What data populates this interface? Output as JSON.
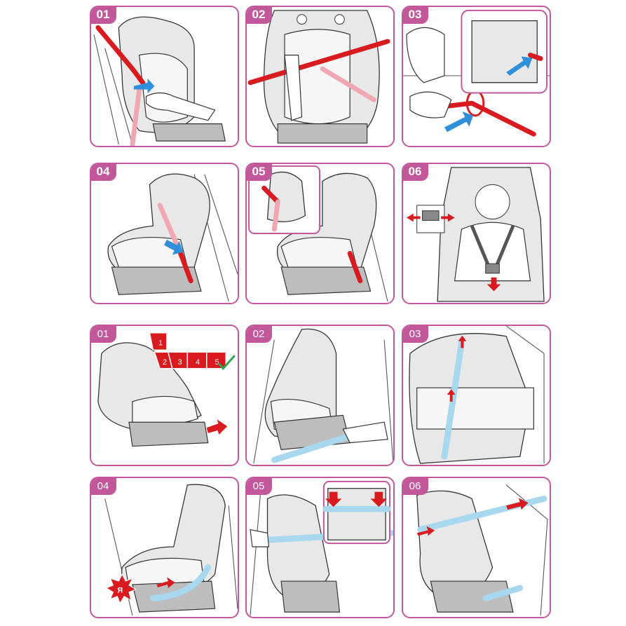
{
  "section_a": {
    "panels": [
      {
        "badge": "01"
      },
      {
        "badge": "02"
      },
      {
        "badge": "03"
      },
      {
        "badge": "04"
      },
      {
        "badge": "05"
      },
      {
        "badge": "06"
      }
    ]
  },
  "section_b": {
    "panels": [
      {
        "badge": "01"
      },
      {
        "badge": "02"
      },
      {
        "badge": "03"
      },
      {
        "badge": "04"
      },
      {
        "badge": "05"
      },
      {
        "badge": "06"
      }
    ],
    "recline_positions": [
      "1",
      "2",
      "3",
      "4",
      "5"
    ],
    "warning_glyph": "Я"
  },
  "colors": {
    "frame": "#c2589a",
    "belt_red": "#d91a1f",
    "belt_pink": "#f1a7b1",
    "belt_blue": "#a8d8ee",
    "arrow_blue": "#2f8fd8",
    "check_green": "#2fa84f"
  },
  "icons": {
    "arrow": "arrow-icon",
    "check": "check-icon",
    "warning": "warning-burst-icon"
  }
}
